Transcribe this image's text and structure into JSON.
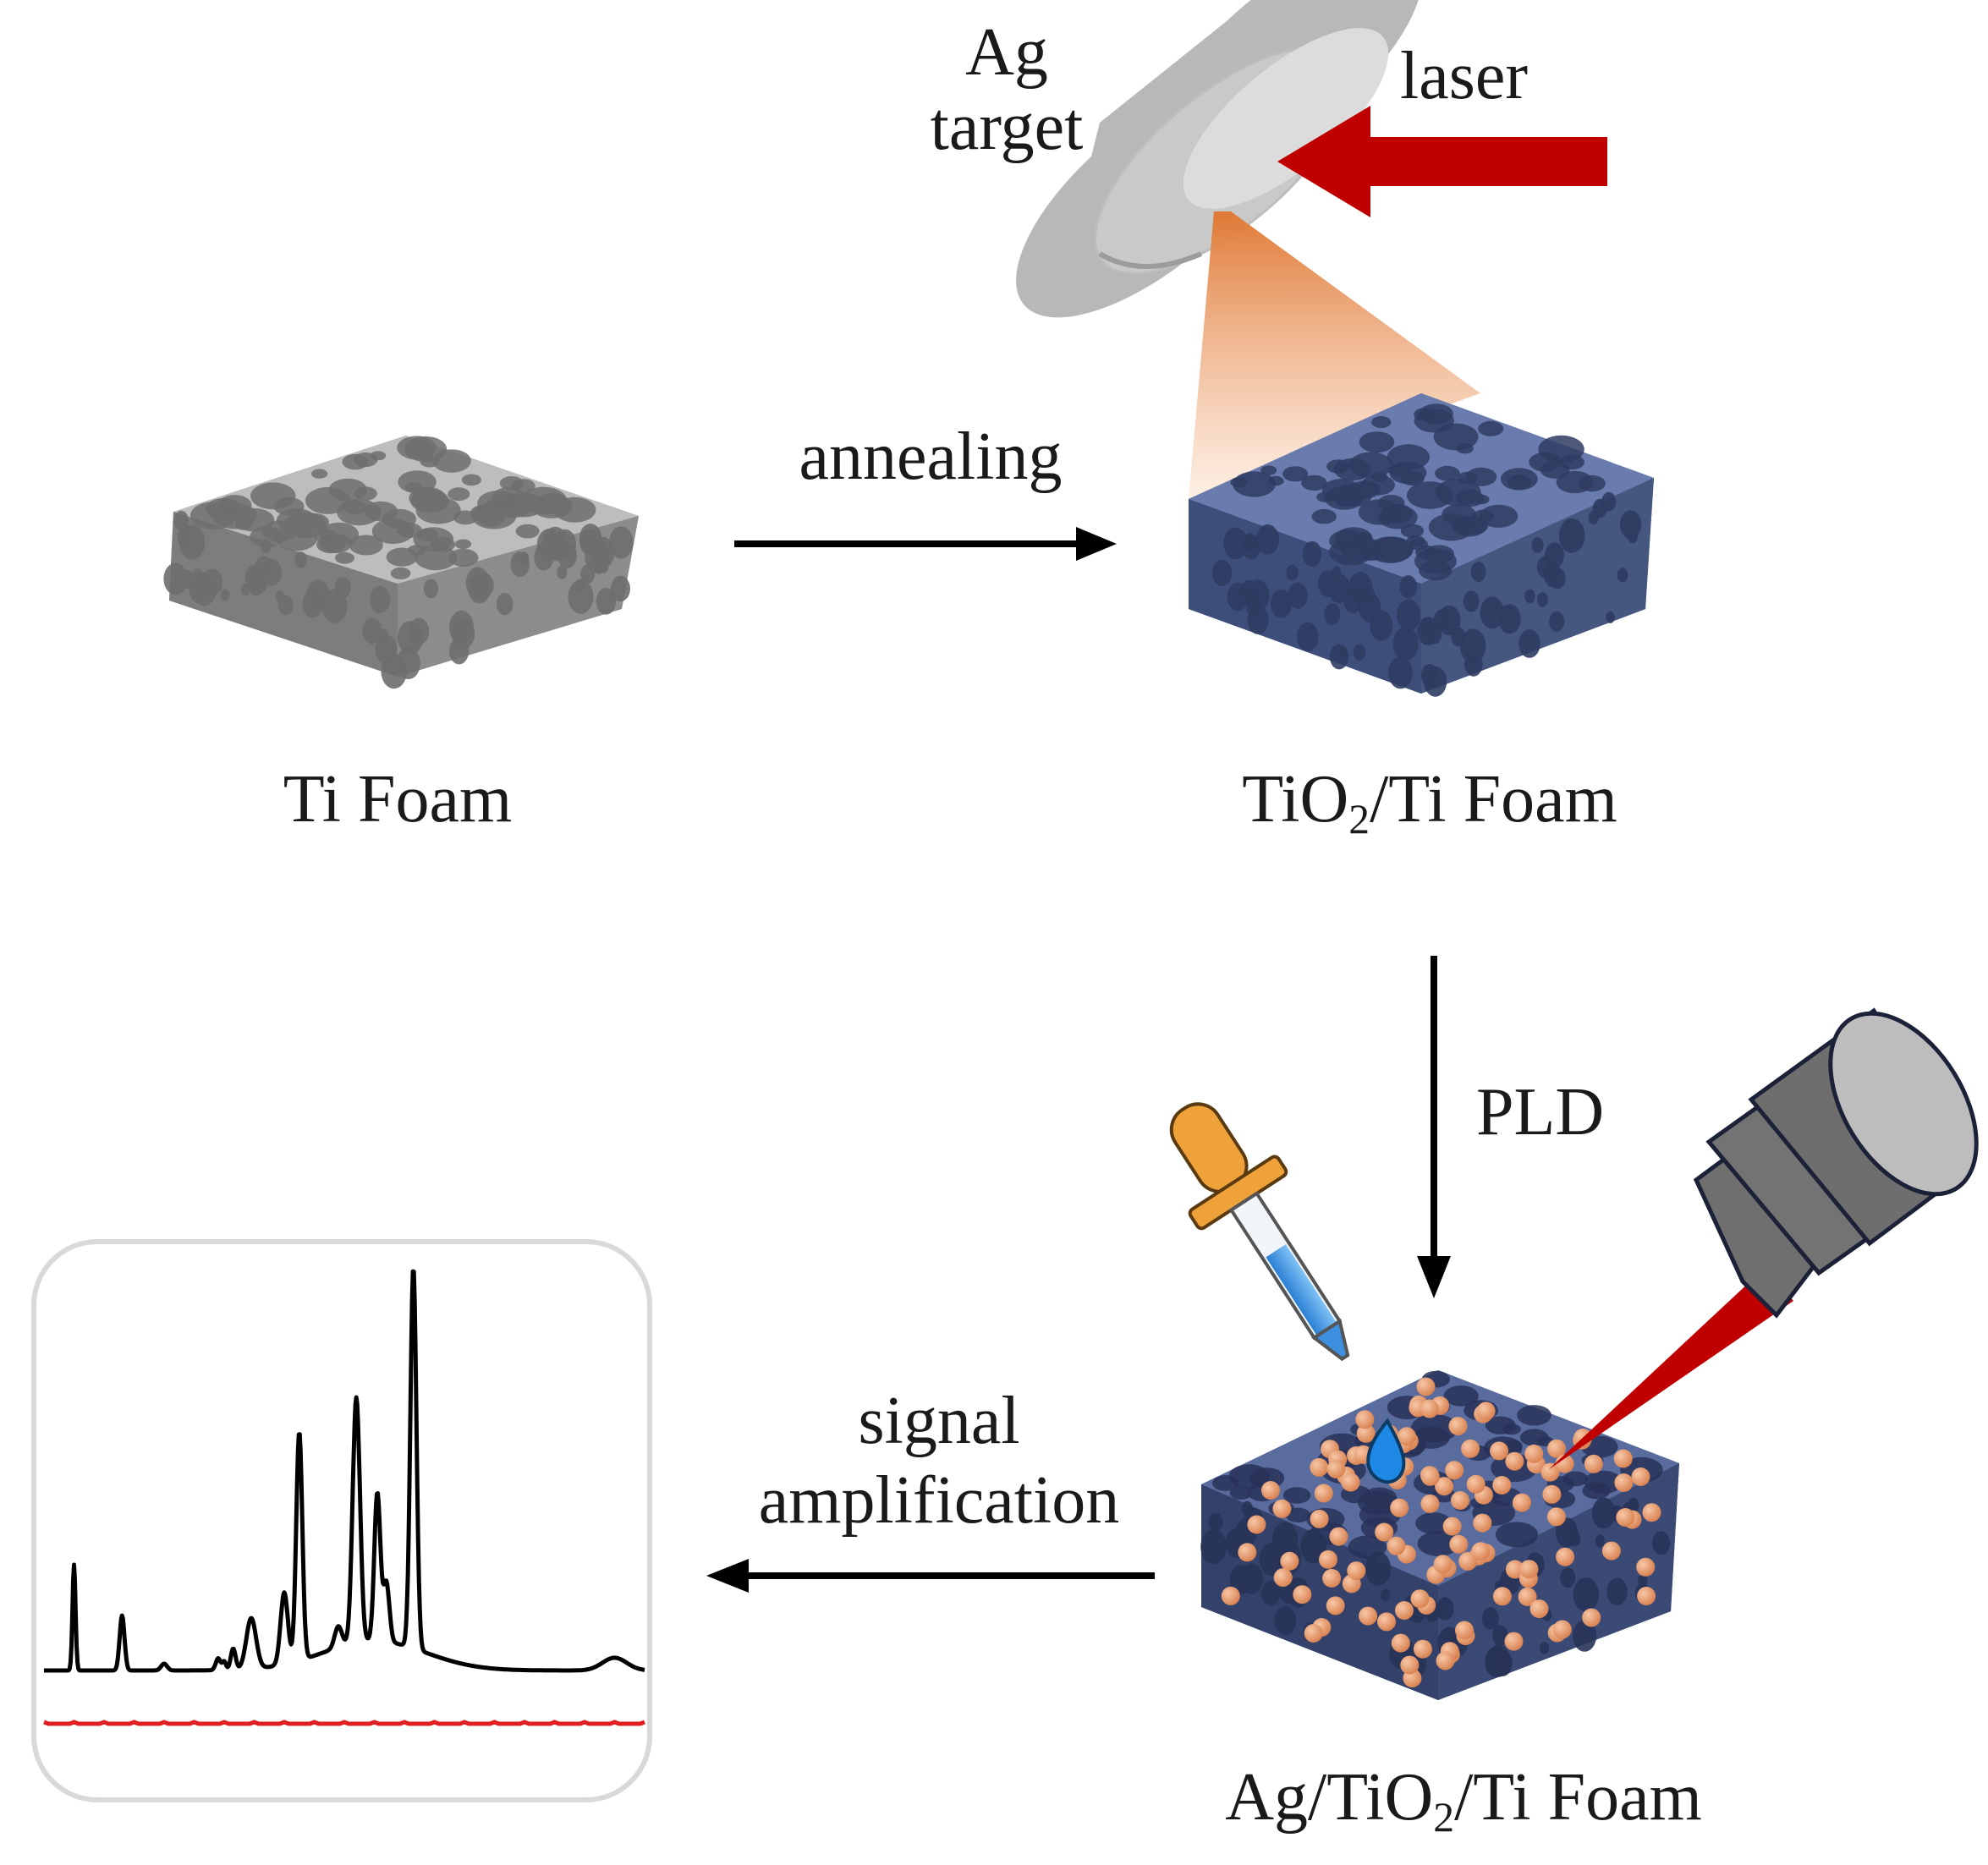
{
  "labels": {
    "ag_target_line1": "Ag",
    "ag_target_line2": "target",
    "laser": "laser",
    "annealing": "annealing",
    "ti_foam": "Ti Foam",
    "tio2_prefix": "TiO",
    "tio2_sub": "2",
    "tio2_suffix": "/Ti Foam",
    "pld": "PLD",
    "signal_line1": "signal",
    "signal_line2": "amplification",
    "ag_prefix": "Ag/TiO",
    "ag_sub": "2",
    "ag_suffix": "/Ti Foam"
  },
  "colors": {
    "ti_foam": "#b3b3b3",
    "tio2_foam": "#5b6e9e",
    "ag_foam": "#4e5f8f",
    "ag_particle": "#e4976a",
    "laser": "#c00000",
    "plume": "#e98b4a",
    "target": "#c8c8c8",
    "spectrum_sample": "#000000",
    "spectrum_blank": "#e02020"
  },
  "icons": [
    "ag-target-disk",
    "laser-arrow",
    "ablation-plume",
    "ti-foam-block",
    "tio2-foam-block",
    "ag-tio2-foam-block",
    "dropper-icon",
    "raman-probe-icon",
    "spectrum-panel"
  ]
}
